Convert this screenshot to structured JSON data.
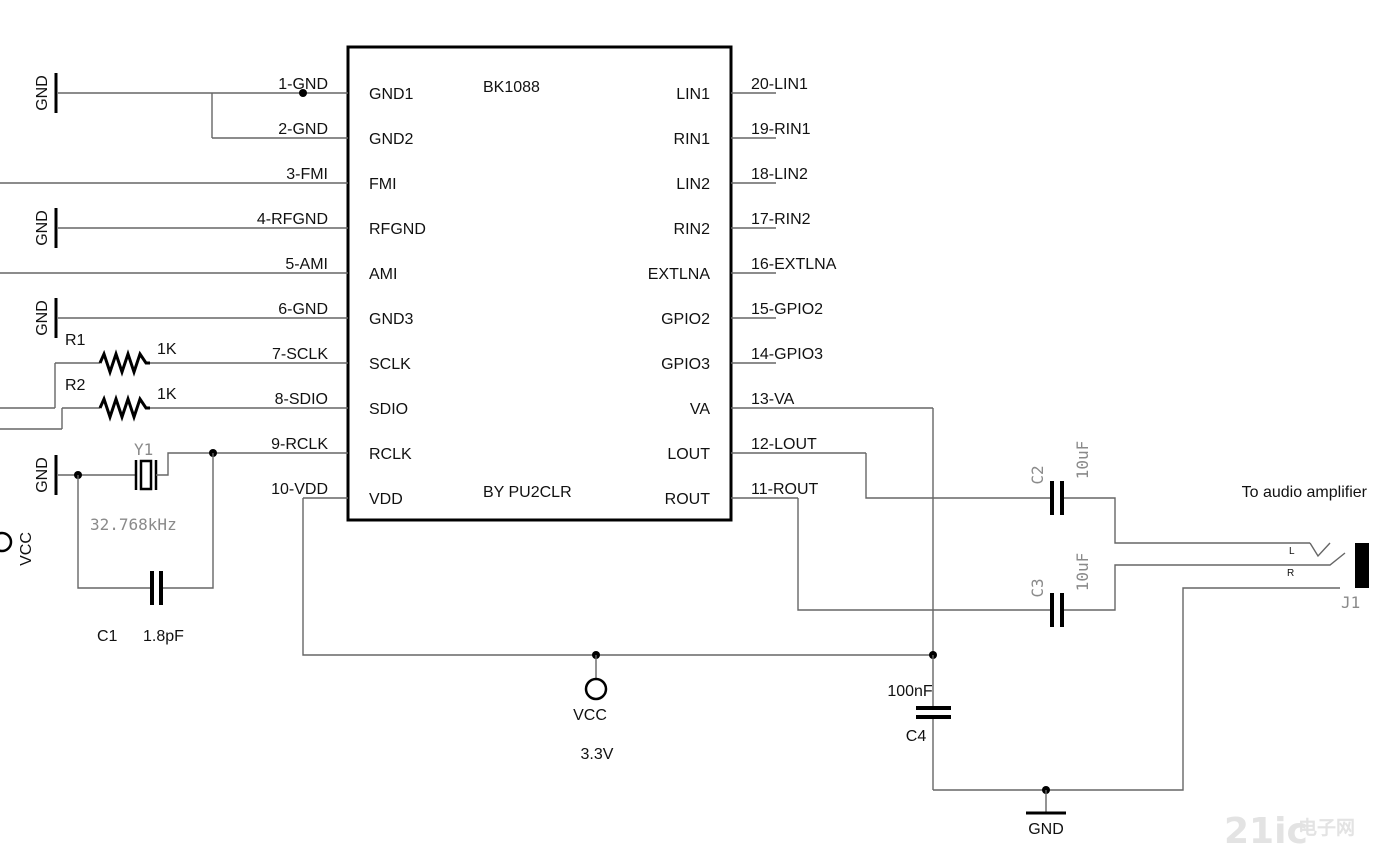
{
  "chip": {
    "name": "BK1088",
    "credit": "BY PU2CLR",
    "left_pins": [
      {
        "net": "1-GND",
        "pin": "GND1"
      },
      {
        "net": "2-GND",
        "pin": "GND2"
      },
      {
        "net": "3-FMI",
        "pin": "FMI"
      },
      {
        "net": "4-RFGND",
        "pin": "RFGND"
      },
      {
        "net": "5-AMI",
        "pin": "AMI"
      },
      {
        "net": "6-GND",
        "pin": "GND3"
      },
      {
        "net": "7-SCLK",
        "pin": "SCLK"
      },
      {
        "net": "8-SDIO",
        "pin": "SDIO"
      },
      {
        "net": "9-RCLK",
        "pin": "RCLK"
      },
      {
        "net": "10-VDD",
        "pin": "VDD"
      }
    ],
    "right_pins": [
      {
        "net": "20-LIN1",
        "pin": "LIN1"
      },
      {
        "net": "19-RIN1",
        "pin": "RIN1"
      },
      {
        "net": "18-LIN2",
        "pin": "LIN2"
      },
      {
        "net": "17-RIN2",
        "pin": "RIN2"
      },
      {
        "net": "16-EXTLNA",
        "pin": "EXTLNA"
      },
      {
        "net": "15-GPIO2",
        "pin": "GPIO2"
      },
      {
        "net": "14-GPIO3",
        "pin": "GPIO3"
      },
      {
        "net": "13-VA",
        "pin": "VA"
      },
      {
        "net": "12-LOUT",
        "pin": "LOUT"
      },
      {
        "net": "11-ROUT",
        "pin": "ROUT"
      }
    ]
  },
  "labels": {
    "gnd": "GND",
    "vcc": "VCC",
    "r1": "R1",
    "r1_value": "1K",
    "r2": "R2",
    "r2_value": "1K",
    "y1": "Y1",
    "y1_value": "32.768kHz",
    "c1": "C1",
    "c1_value": "1.8pF",
    "c2": "C2",
    "c2_value": "10uF",
    "c3": "C3",
    "c3_value": "10uF",
    "c4": "C4",
    "c4_value": "100nF",
    "vcc_voltage": "3.3V",
    "amp_note": "To audio amplifier",
    "jack": "J1",
    "jack_left": "L",
    "jack_right": "R",
    "watermark_brand": "21ic",
    "watermark_cn": "电子网"
  },
  "colors": {
    "wire": "#666666",
    "outline": "#000000",
    "part_value": "#8a8a8a"
  }
}
